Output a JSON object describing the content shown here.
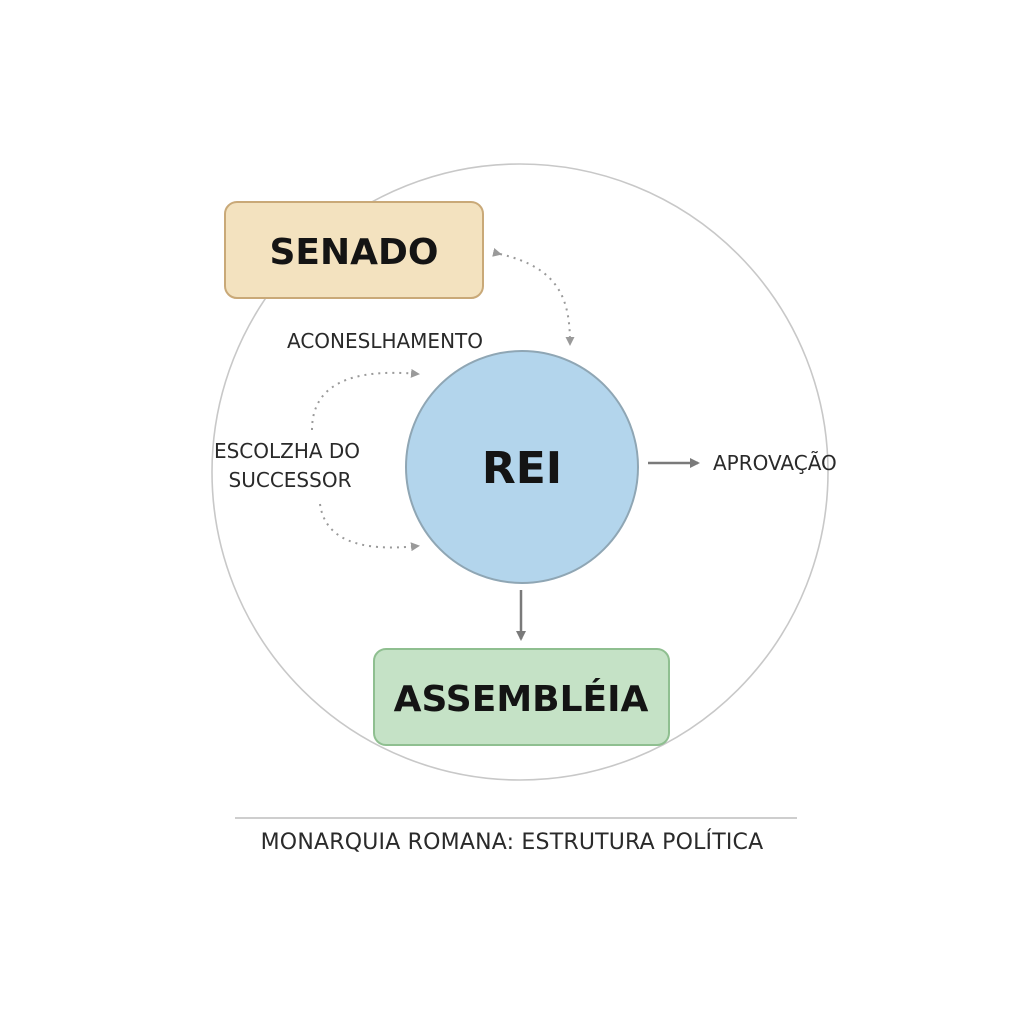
{
  "nodes": {
    "senado": {
      "label": "SENADO",
      "fill": "#f3e2bf",
      "stroke": "#c9a978"
    },
    "rei": {
      "label": "REI",
      "fill": "#b3d5ec",
      "stroke": "#8fa6b4"
    },
    "assembleia": {
      "label": "ASSEMBLÉIA",
      "fill": "#c5e2c6",
      "stroke": "#8fbf90"
    }
  },
  "labels": {
    "aconselhamento": "ACONESLHAMENTO",
    "escolha_line1": "ESCOLZHA DO",
    "escolha_line2": "SUCCESSOR",
    "aprovacao": "APROVAÇÃO"
  },
  "caption": "MONARQUIA ROMANA: ESTRUTURA POLÍTICA",
  "colors": {
    "outer_circle": "#c8c8c8",
    "arrow": "#7a7a7a",
    "dotted_arrow": "#9a9a9a",
    "divider": "#bdbdbd"
  }
}
